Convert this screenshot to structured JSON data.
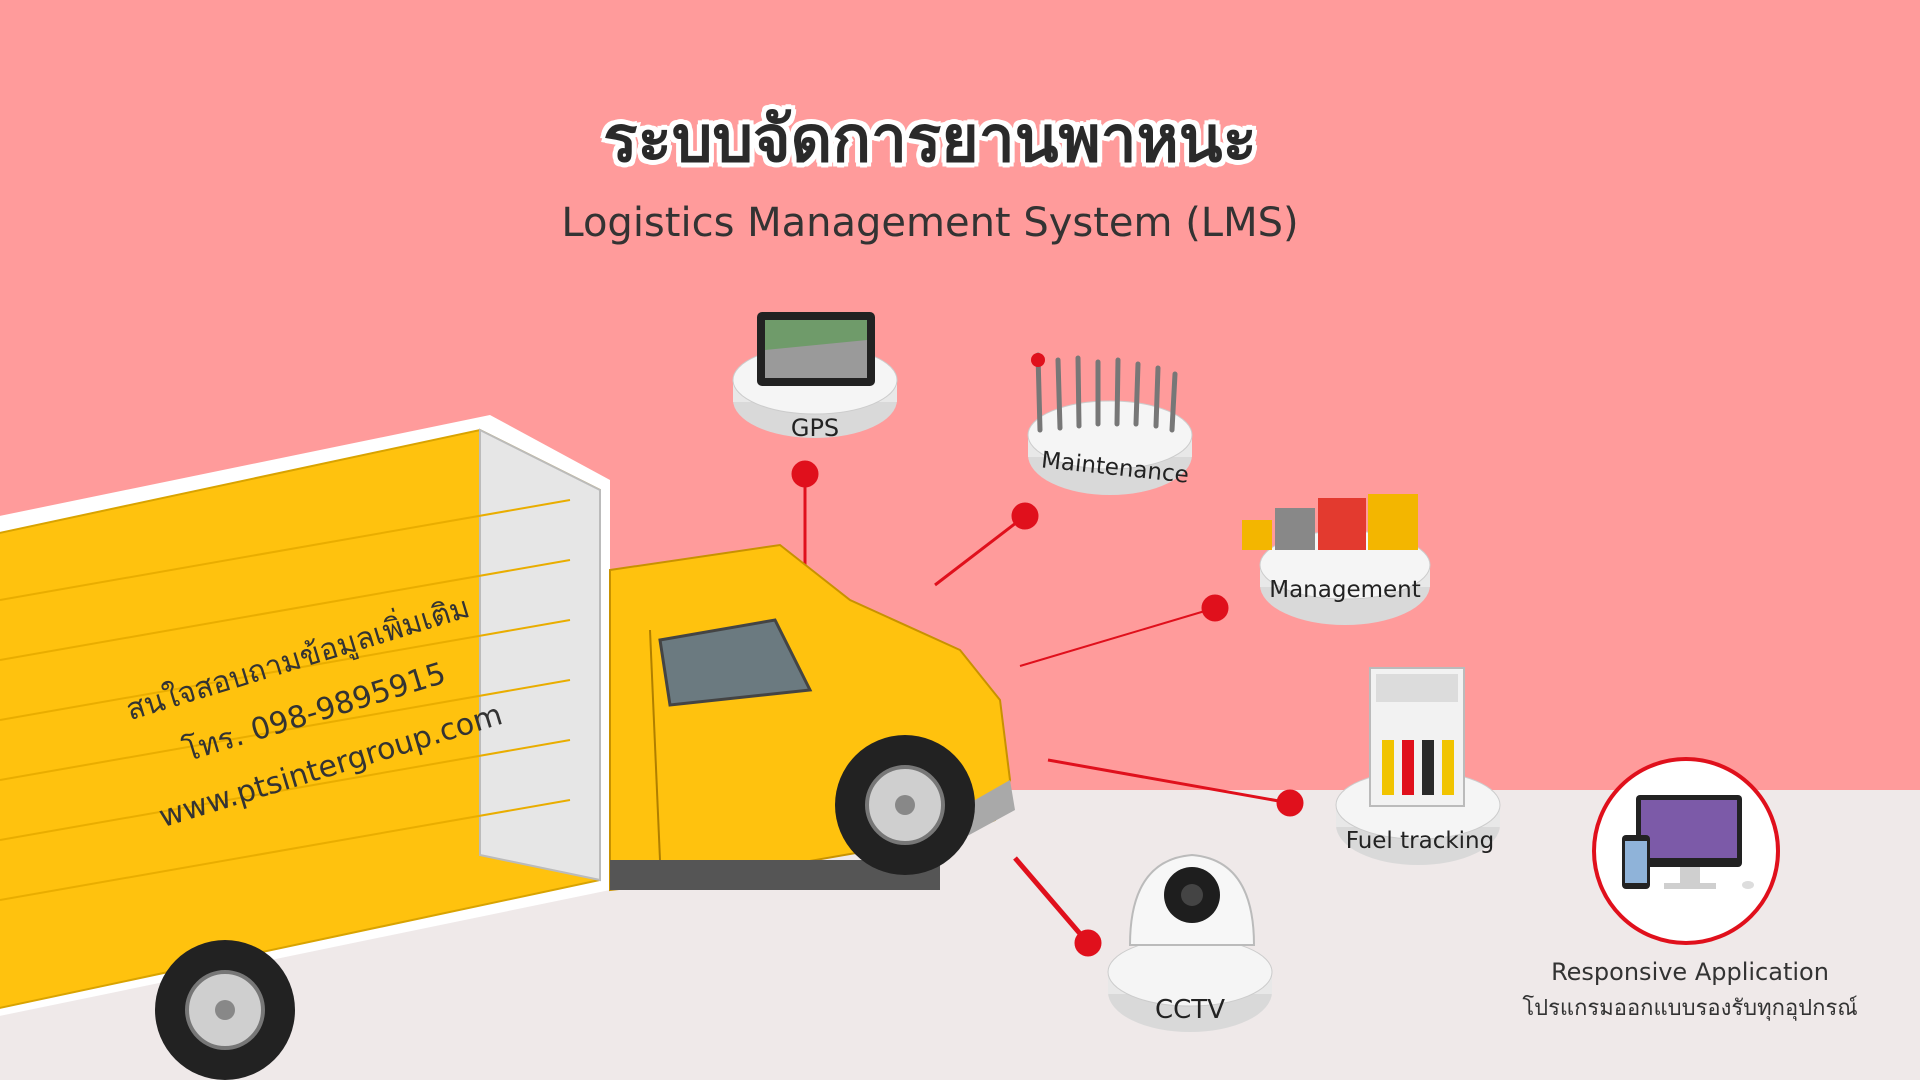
{
  "title": "ระบบจัดการยานพาหนะ",
  "subtitle": "Logistics Management System (LMS)",
  "truck_contact": {
    "line1": "สนใจสอบถามข้อมูลเพิ่มเติม",
    "line2": "โทร. 098-9895915",
    "line3": "www.ptsintergroup.com"
  },
  "features": {
    "gps": "GPS",
    "maintenance": "Maintenance",
    "management": "Management",
    "fuel": "Fuel tracking",
    "cctv": "CCTV"
  },
  "responsive": {
    "line1": "Responsive Application",
    "line2": "โปรแกรมออกแบบรองรับทุกอุปกรณ์"
  },
  "colors": {
    "top_bg": "#ff9b9b",
    "bottom_bg": "#efe9e9",
    "accent_red": "#e0101c",
    "truck_yellow": "#ffc20e"
  }
}
